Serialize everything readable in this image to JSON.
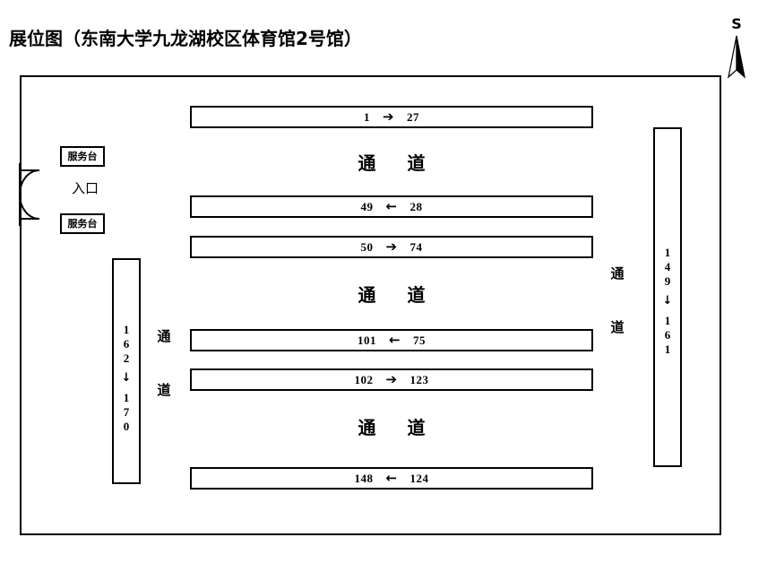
{
  "title": "展位图（东南大学九龙湖校区体育馆2号馆）",
  "compass": {
    "label": "S",
    "icon": "north-arrow-icon"
  },
  "entrance": {
    "label": "入口",
    "door_icon": "double-door-swing-icon",
    "service_desk_top": "服务台",
    "service_desk_bottom": "服务台"
  },
  "aisles": {
    "horizontal": [
      {
        "id": "aisle-1",
        "label": "通 道"
      },
      {
        "id": "aisle-2",
        "label": "通 道"
      },
      {
        "id": "aisle-3",
        "label": "通 道"
      }
    ],
    "vertical_left": "通\n道",
    "vertical_right": "通\n道"
  },
  "booth_rows": [
    {
      "id": "row-1",
      "start": "1",
      "arrow": "➔",
      "end": "27",
      "direction": "right"
    },
    {
      "id": "row-2",
      "start": "49",
      "arrow": "←",
      "end": "28",
      "direction": "left"
    },
    {
      "id": "row-3",
      "start": "50",
      "arrow": "➔",
      "end": "74",
      "direction": "right"
    },
    {
      "id": "row-4",
      "start": "101",
      "arrow": "←",
      "end": "75",
      "direction": "left"
    },
    {
      "id": "row-5",
      "start": "102",
      "arrow": "➔",
      "end": "123",
      "direction": "right"
    },
    {
      "id": "row-6",
      "start": "148",
      "arrow": "←",
      "end": "124",
      "direction": "left"
    }
  ],
  "booth_columns": [
    {
      "id": "col-left",
      "start_digits": [
        "1",
        "6",
        "2"
      ],
      "arrow": "↓",
      "end_digits": [
        "1",
        "7",
        "0"
      ],
      "range": "162 ↓ 170"
    },
    {
      "id": "col-right",
      "start_digits": [
        "1",
        "4",
        "9"
      ],
      "arrow": "↓",
      "end_digits": [
        "1",
        "6",
        "1"
      ],
      "range": "149 ↓ 161"
    }
  ],
  "colors": {
    "line": "#000000",
    "background": "#ffffff",
    "text": "#000000"
  }
}
